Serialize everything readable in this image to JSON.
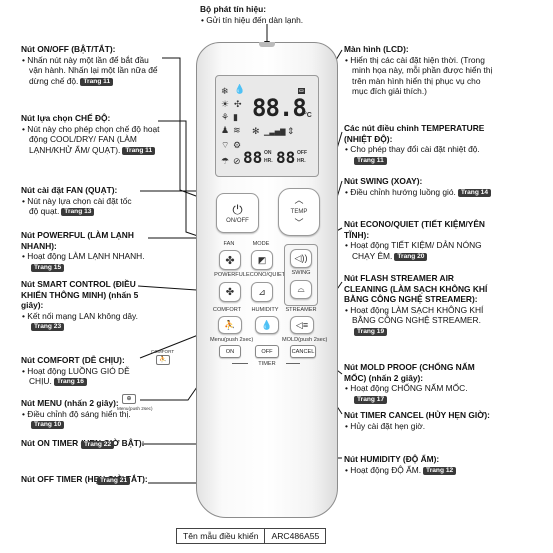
{
  "callouts": {
    "transmitter": {
      "title": "Bộ phát tín hiệu:",
      "lines": [
        "Gửi tín hiệu đến dàn lạnh."
      ]
    },
    "onoff": {
      "title": "Nút ON/OFF (BẬT/TẮT):",
      "lines": [
        "Nhấn nút này một lần để bắt đầu vận hành. Nhấn lại một lần nữa để dừng chế độ."
      ],
      "page": "Trang 11"
    },
    "mode": {
      "title": "Nút lựa chọn CHẾ ĐỘ:",
      "lines": [
        "Nút này cho phép chọn chế độ hoạt động COOL/DRY/ FAN (LÀM LẠNH/KHỬ ẨM/ QUẠT)."
      ],
      "page": "Trang 11"
    },
    "fan": {
      "title": "Nút cài đặt FAN (QUẠT):",
      "lines": [
        "Nút này lựa chọn cài đặt tốc độ quạt."
      ],
      "page": "Trang 13"
    },
    "powerful": {
      "title": "Nút POWERFUL (LÀM LẠNH NHANH):",
      "lines": [
        "Hoạt động LÀM LẠNH NHANH."
      ],
      "page": "Trang 15"
    },
    "smart": {
      "title": "Nút SMART CONTROL (ĐIỀU KHIỂN THÔNG MINH) (nhấn 5 giây):",
      "lines": [
        "Kết nối mạng LAN không dây."
      ],
      "page": "Trang 23"
    },
    "comfort": {
      "title": "Nút COMFORT (DỄ CHỊU):",
      "lines": [
        "Hoạt động LUỒNG GIÓ DỄ CHỊU."
      ],
      "page": "Trang 16"
    },
    "menu": {
      "title": "Nút MENU (nhấn 2 giây):",
      "lines": [
        "Điều chỉnh độ sáng hiển thị."
      ],
      "page": "Trang 10"
    },
    "ontimer": {
      "title": "Nút ON TIMER (HẸN GIỜ BẬT):",
      "lines": [],
      "page": "Trang 22"
    },
    "offtimer": {
      "title": "Nút OFF TIMER (HẸN GIỜ TẮT):",
      "lines": [],
      "page": "Trang 21"
    },
    "lcd": {
      "title": "Màn hình (LCD):",
      "lines": [
        "Hiển thị các cài đặt hiện thời. (Trong minh họa này, mỗi phần được hiển thị trên màn hình hiển thị phục vụ cho mục đích giải thích.)"
      ]
    },
    "temp": {
      "title": "Các nút điều chỉnh TEMPERATURE (NHIỆT ĐỘ):",
      "lines": [
        "Cho phép thay đổi cài đặt nhiệt độ."
      ],
      "page": "Trang 11"
    },
    "swing": {
      "title": "Nút SWING (XOAY):",
      "lines": [
        "Điều chỉnh hướng luồng gió."
      ],
      "page": "Trang 14"
    },
    "econo": {
      "title": "Nút ECONO/QUIET (TIẾT KIỆM/YÊN TĨNH):",
      "lines": [
        "Hoạt động TIẾT KIỆM/ DẢN NÓNG CHẠY ÊM."
      ],
      "page": "Trang 20"
    },
    "streamer": {
      "title": "Nút FLASH STREAMER AIR CLEANING (LÀM SẠCH KHÔNG KHÍ BẰNG CÔNG NGHỆ STREAMER):",
      "lines": [
        "Hoạt động LÀM SẠCH KHÔNG KHÍ BẰNG CÔNG NGHỆ STREAMER."
      ],
      "page": "Trang 19"
    },
    "mold": {
      "title": "Nút MOLD PROOF (CHỐNG NẤM MỐC) (nhấn 2 giây):",
      "lines": [
        "Hoạt động CHỐNG NẤM MỐC."
      ],
      "page": "Trang 17"
    },
    "timercancel": {
      "title": "Nút TIMER CANCEL (HỦY HẸN GIỜ):",
      "lines": [
        "Hủy cài đặt hẹn giờ."
      ]
    },
    "humidity": {
      "title": "Nút HUMIDITY (ĐỘ ẨM):",
      "lines": [
        "Hoạt động ĐỘ ẨM."
      ],
      "page": "Trang 12"
    }
  },
  "remote": {
    "lcd_temp": "88.8",
    "lcd_unit": "°C",
    "lcd_on_timer": "88",
    "lcd_off_timer": "88",
    "lcd_on": "ON",
    "lcd_off": "OFF",
    "lcd_hr": "HR.",
    "lcd_hr2": "HR.",
    "onoff_label": "ON/OFF",
    "temp_label": "TEMP",
    "fan_label": "FAN",
    "mode_label": "MODE",
    "powerful_label": "POWERFUL",
    "econo_label": "ECONO/QUIET",
    "swing_label": "SWING",
    "comfort_label": "COMFORT",
    "humidity_label": "HUMIDITY",
    "streamer_label": "STREAMER",
    "menu_label": "Menu(push 2sec)",
    "mold_label": "MOLD(push 2sec)",
    "on_btn": "ON",
    "off_btn": "OFF",
    "cancel_btn": "CANCEL",
    "timer_label": "TIMER",
    "comfort_small": "COMFORT",
    "menu_small": "Menu(push 2sec)"
  },
  "model": {
    "label": "Tên mẫu điều khiển",
    "value": "ARC486A55"
  }
}
